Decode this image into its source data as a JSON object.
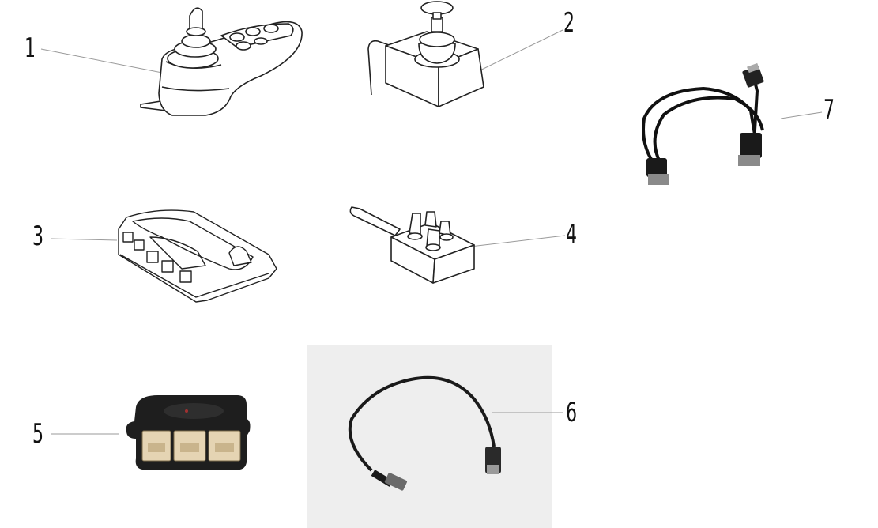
{
  "callouts": {
    "c1": "1",
    "c2": "2",
    "c3": "3",
    "c4": "4",
    "c5": "5",
    "c6": "6",
    "c7": "7"
  },
  "colors": {
    "line_art": "#222222",
    "leader": "#9a9a9a",
    "module_body": "#1e1e1e",
    "connector": "#e5d4b3",
    "photo_background": "#eeeeee"
  }
}
